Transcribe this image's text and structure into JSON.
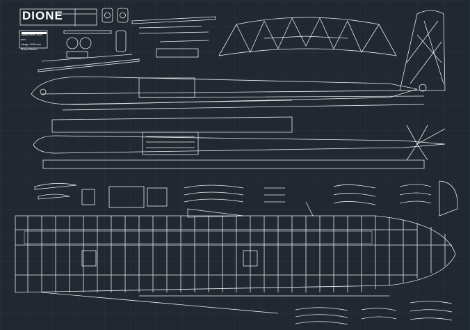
{
  "title_block": {
    "title": "DIONE",
    "specs": [
      {
        "label": "Spannweite",
        "value": "2500 mm"
      },
      {
        "label": "Länge",
        "value": "1200 mm"
      },
      {
        "label": "Motor",
        "value": "Elektro"
      }
    ]
  },
  "colors": {
    "background": "#212830",
    "grid": "#2c3540",
    "line": "#e8ecef"
  }
}
